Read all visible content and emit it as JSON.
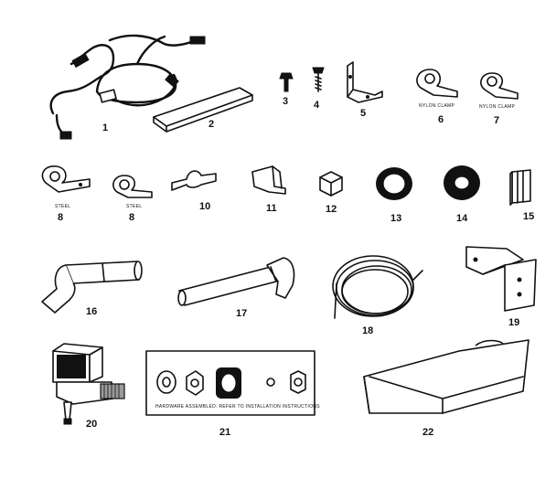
{
  "parts": [
    {
      "num": "1",
      "icon": "wire-harness-icon"
    },
    {
      "num": "2",
      "icon": "channel-strip-icon"
    },
    {
      "num": "3",
      "icon": "screw-icon"
    },
    {
      "num": "4",
      "icon": "screw-icon"
    },
    {
      "num": "5",
      "icon": "angle-bracket-icon"
    },
    {
      "num": "6",
      "icon": "clamp-icon",
      "note": "NYLON CLAMP"
    },
    {
      "num": "7",
      "icon": "clamp-icon",
      "note": "NYLON CLAMP"
    },
    {
      "num": "8",
      "icon": "clamp-icon",
      "note": "STEEL"
    },
    {
      "num": "8",
      "icon": "clamp-icon",
      "note": "STEEL"
    },
    {
      "num": "10",
      "icon": "clip-icon"
    },
    {
      "num": "11",
      "icon": "clip-icon"
    },
    {
      "num": "12",
      "icon": "nut-icon"
    },
    {
      "num": "13",
      "icon": "grommet-icon"
    },
    {
      "num": "14",
      "icon": "washer-icon"
    },
    {
      "num": "15",
      "icon": "bracket-icon"
    },
    {
      "num": "16",
      "icon": "fill-cup-icon"
    },
    {
      "num": "17",
      "icon": "fill-tube-icon"
    },
    {
      "num": "18",
      "icon": "tubing-coil-icon"
    },
    {
      "num": "19",
      "icon": "mounting-bracket-icon"
    },
    {
      "num": "20",
      "icon": "water-valve-icon"
    },
    {
      "num": "21",
      "icon": "fittings-card-icon",
      "note": "HARDWARE ASSEMBLED. REFER TO INSTALLATION INSTRUCTIONS"
    },
    {
      "num": "22",
      "icon": "ice-bin-icon"
    }
  ]
}
